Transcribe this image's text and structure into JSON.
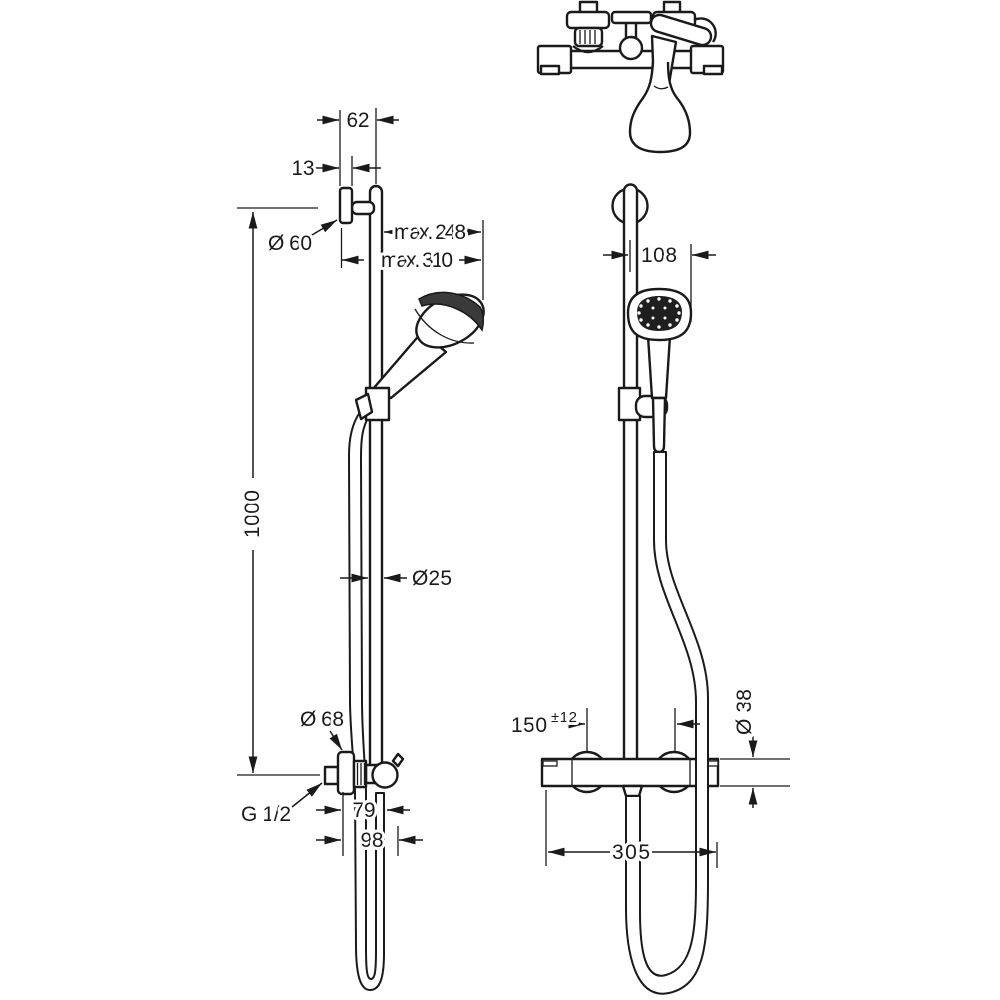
{
  "drawing_type": "shower set installation dimensional drawing",
  "dimensions": {
    "side_view": {
      "rail_to_wall_offset": "62",
      "bracket_depth": "13",
      "bracket_diameter": "Ø 60",
      "max_reach_from_rail": "max. 248",
      "max_reach_from_wall": "max. 310",
      "rail_height": "1000",
      "rail_diameter": "Ø25",
      "escutcheon_diameter": "Ø 68",
      "connection_thread": "G 1/2",
      "valve_depth": "79",
      "hose_depth": "98"
    },
    "front_view": {
      "handshower_offset": "108",
      "connection_spacing": "150",
      "connection_spacing_tolerance": "±12",
      "valve_body_diameter": "Ø 38",
      "valve_width": "305"
    }
  },
  "colors": {
    "line": "#1a1a1a",
    "background": "#ffffff",
    "spray_face": "#1f1f1f"
  }
}
